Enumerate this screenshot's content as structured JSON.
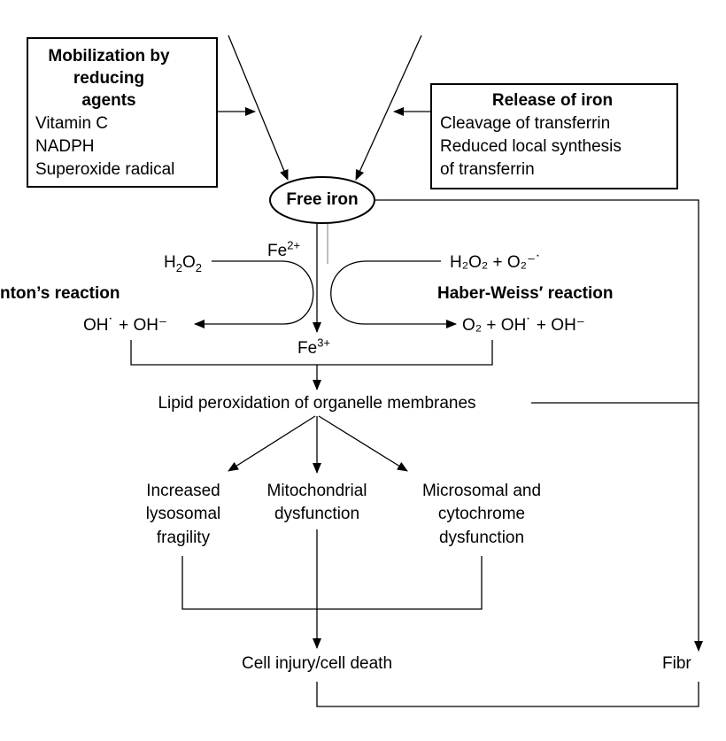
{
  "mobilization_box": {
    "title_lines": [
      "Mobilization by",
      "reducing",
      "agents"
    ],
    "items": [
      "Vitamin C",
      "NADPH",
      "Superoxide radical"
    ]
  },
  "release_box": {
    "title": "Release of iron",
    "items": [
      "Cleavage of transferrin",
      "Reduced local synthesis",
      "of transferrin"
    ]
  },
  "free_iron": "Free iron",
  "fenton": {
    "label": "nton’s reaction",
    "reactant": "H",
    "reactant_sub1": "2",
    "reactant_mid": "O",
    "reactant_sub2": "2",
    "product": "OH˙ + OH⁻"
  },
  "fe2": {
    "base": "Fe",
    "sup": "2+"
  },
  "fe3": {
    "base": "Fe",
    "sup": "3+"
  },
  "haber": {
    "label": "Haber-Weiss′ reaction",
    "reactant": "H₂O₂ + O₂⁻˙",
    "product": "O₂ + OH˙ + OH⁻"
  },
  "lipid": "Lipid peroxidation of organelle membranes",
  "outcomes": {
    "lysosomal": [
      "Increased",
      "lysosomal",
      "fragility"
    ],
    "mito": [
      "Mitochondrial",
      "dysfunction"
    ],
    "microsomal": [
      "Microsomal and",
      "cytochrome",
      "dysfunction"
    ]
  },
  "cell_injury": "Cell injury/cell death",
  "fibrosis": "Fibr"
}
